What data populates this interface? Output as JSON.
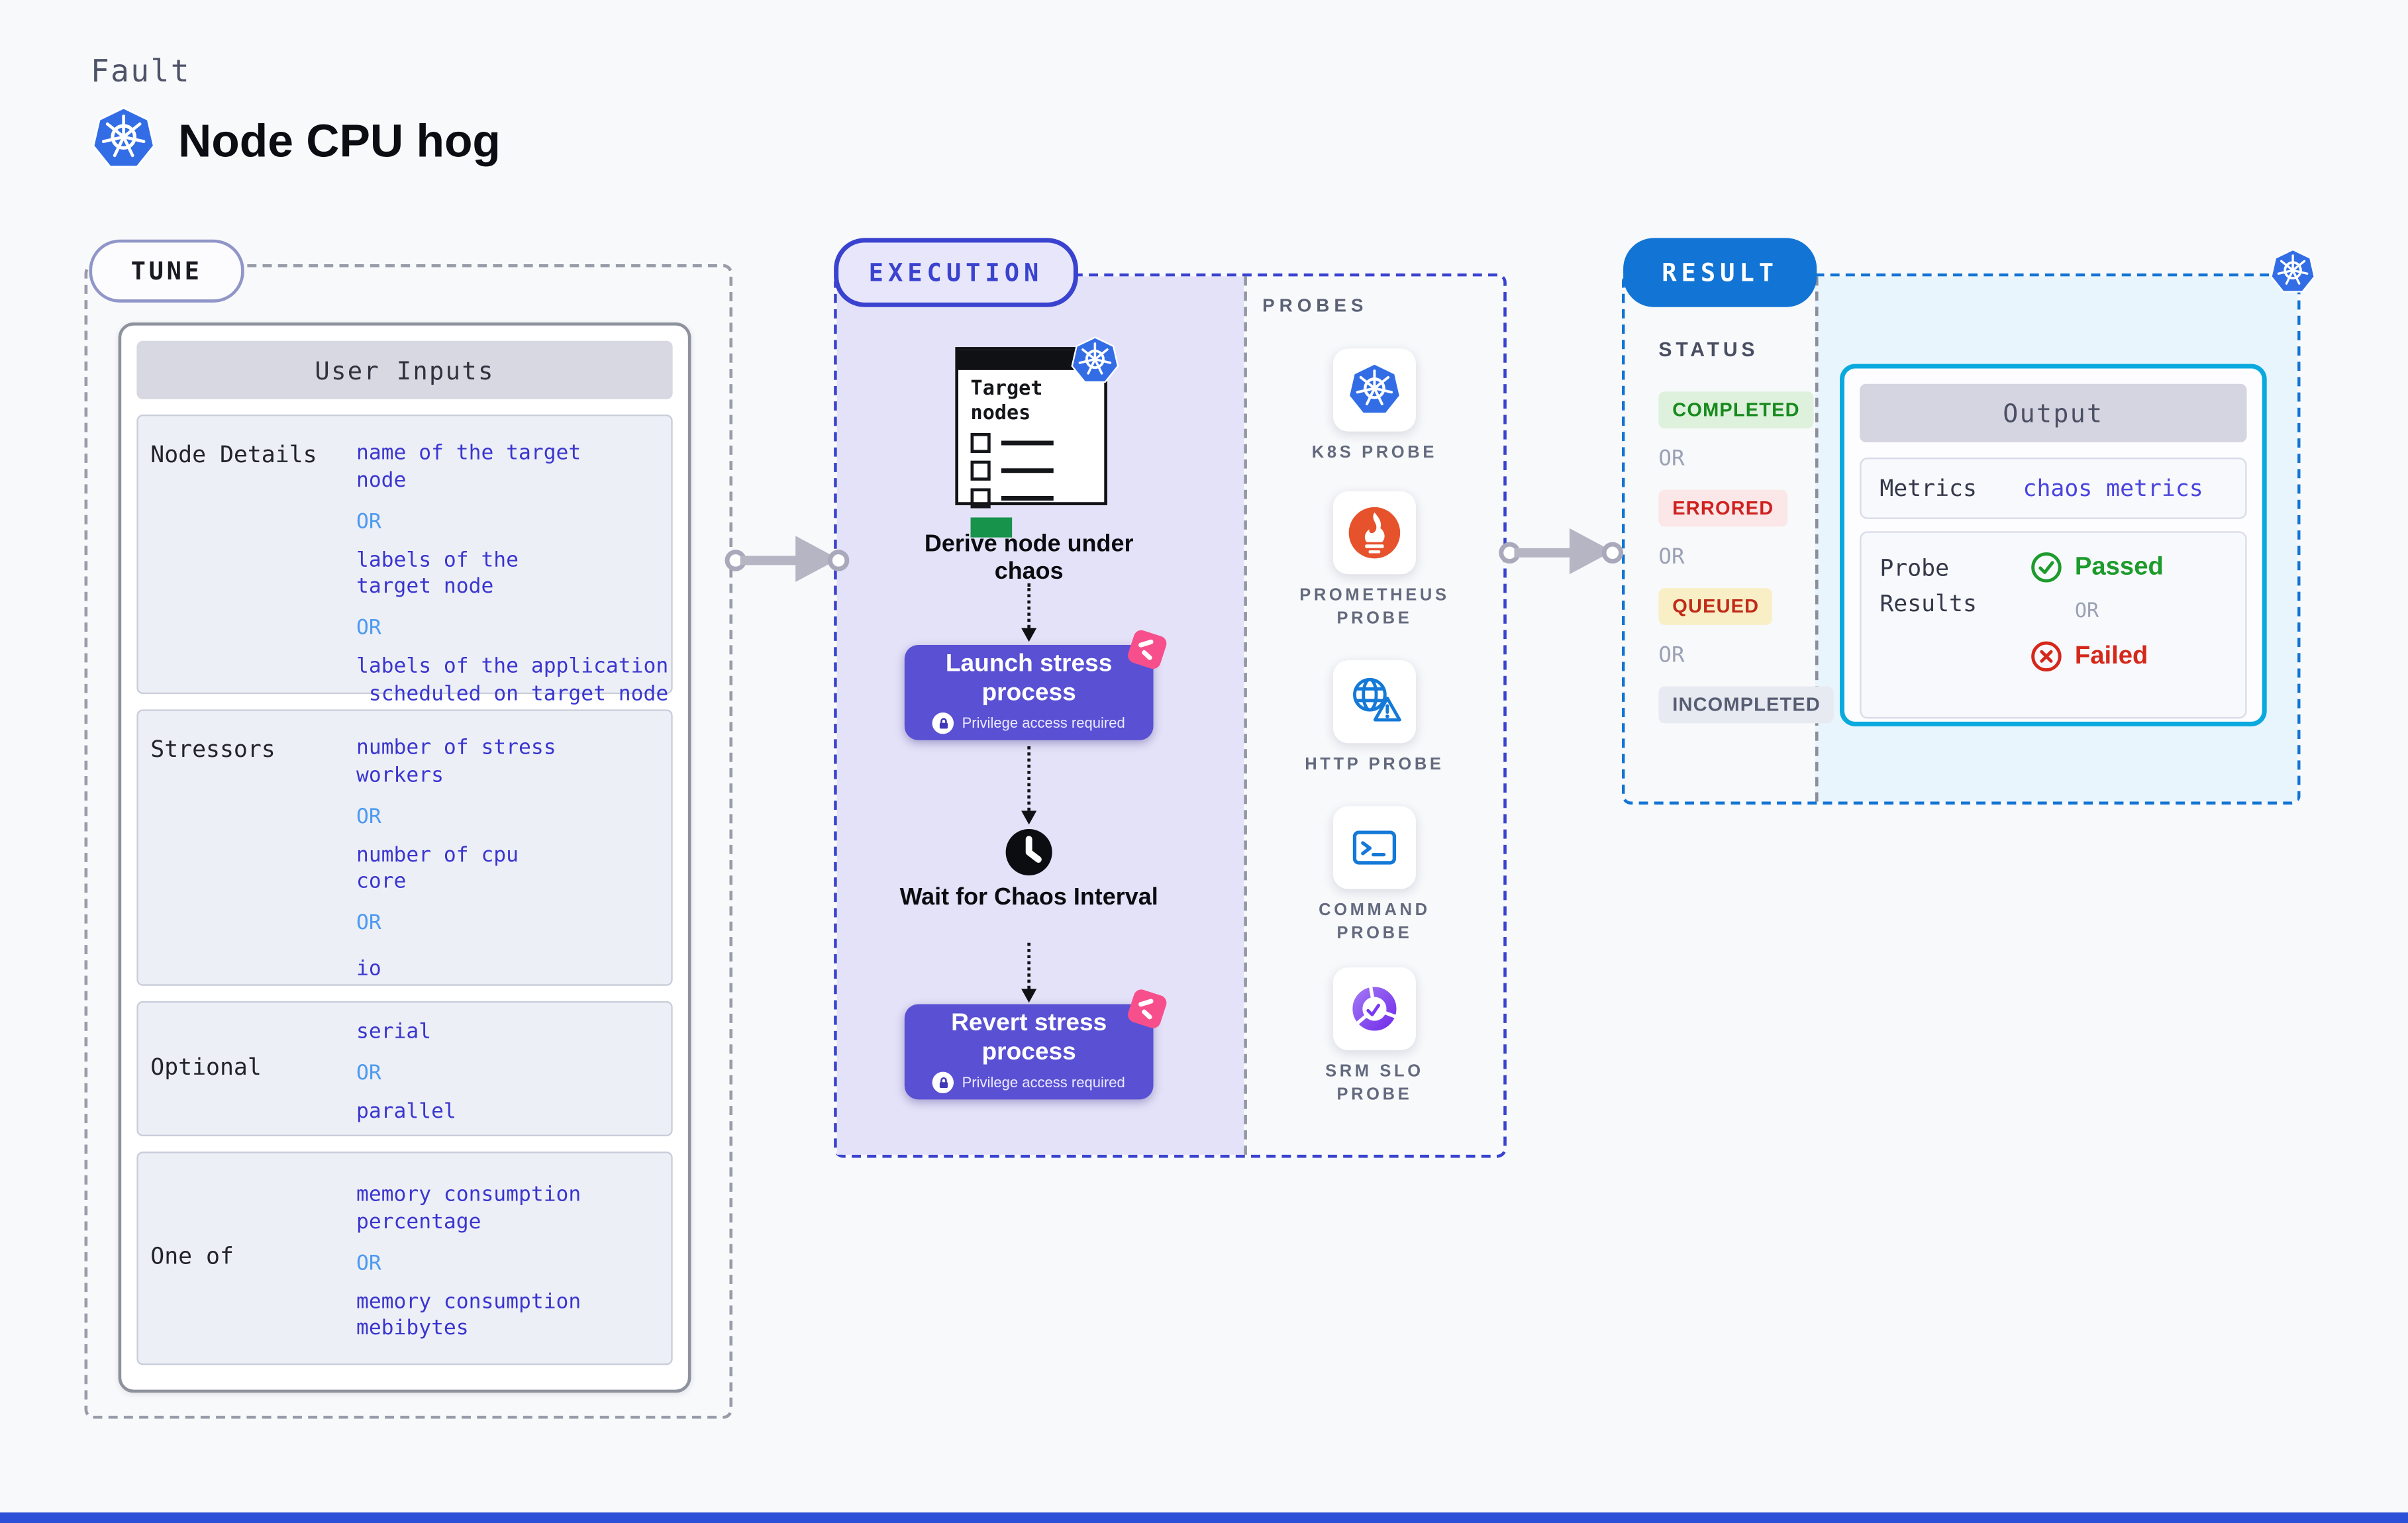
{
  "header": {
    "kind_label": "Fault",
    "title": "Node CPU hog"
  },
  "common": {
    "or": "OR"
  },
  "colors": {
    "kubernetes_blue": "#326de6",
    "execution_indigo": "#3a43cf",
    "button_indigo": "#5950d4",
    "execution_fill": "#e4e2f8",
    "result_blue": "#1274d4",
    "result_fill": "#e8f5fc",
    "output_border_cyan": "#0aa9de",
    "value_indigo": "#3a36cf",
    "or_light_blue": "#4d9af0",
    "completed_green": "#178a1e",
    "errored_red": "#cf2220",
    "queued_red": "#c02a18",
    "incompleted_gray": "#575d72",
    "passed_green": "#1d9b2c",
    "failed_red": "#d5281b",
    "prometheus_orange": "#e6522c",
    "srm_purple": "#7632ea",
    "pink_badge": "#f74f8c",
    "target_green": "#17934b"
  },
  "tune": {
    "badge": "TUNE",
    "panel_title": "User Inputs",
    "rows": [
      {
        "label": "Node Details",
        "values": [
          "name of the target\nnode",
          "labels of the\ntarget node",
          "labels of the application\n scheduled on target node"
        ]
      },
      {
        "label": "Stressors",
        "values": [
          "number of stress\nworkers",
          "number of cpu\ncore",
          "io"
        ]
      },
      {
        "label": "Optional",
        "values": [
          "serial",
          "parallel"
        ]
      },
      {
        "label": "One of",
        "values": [
          "memory consumption\npercentage",
          "memory consumption\nmebibytes"
        ]
      }
    ]
  },
  "execution": {
    "badge": "EXECUTION",
    "target_card_title": "Target nodes",
    "derive_label": "Derive node under chaos",
    "launch_label": "Launch stress process",
    "wait_label": "Wait for Chaos Interval",
    "revert_label": "Revert stress process",
    "privilege_note": "Privilege access required"
  },
  "probes": {
    "section_label": "PROBES",
    "items": [
      {
        "label": "K8S PROBE",
        "icon": "kubernetes-icon"
      },
      {
        "label": "PROMETHEUS PROBE",
        "icon": "prometheus-flame-icon"
      },
      {
        "label": "HTTP PROBE",
        "icon": "globe-warning-icon"
      },
      {
        "label": "COMMAND PROBE",
        "icon": "terminal-icon"
      },
      {
        "label": "SRM SLO PROBE",
        "icon": "slo-donut-check-icon"
      }
    ]
  },
  "result": {
    "badge": "RESULT",
    "status_label": "STATUS",
    "statuses": [
      "COMPLETED",
      "ERRORED",
      "QUEUED",
      "INCOMPLETED"
    ],
    "output": {
      "title": "Output",
      "metrics_label": "Metrics",
      "metrics_value": "chaos metrics",
      "probe_results_label": "Probe Results",
      "passed": "Passed",
      "failed": "Failed"
    }
  }
}
